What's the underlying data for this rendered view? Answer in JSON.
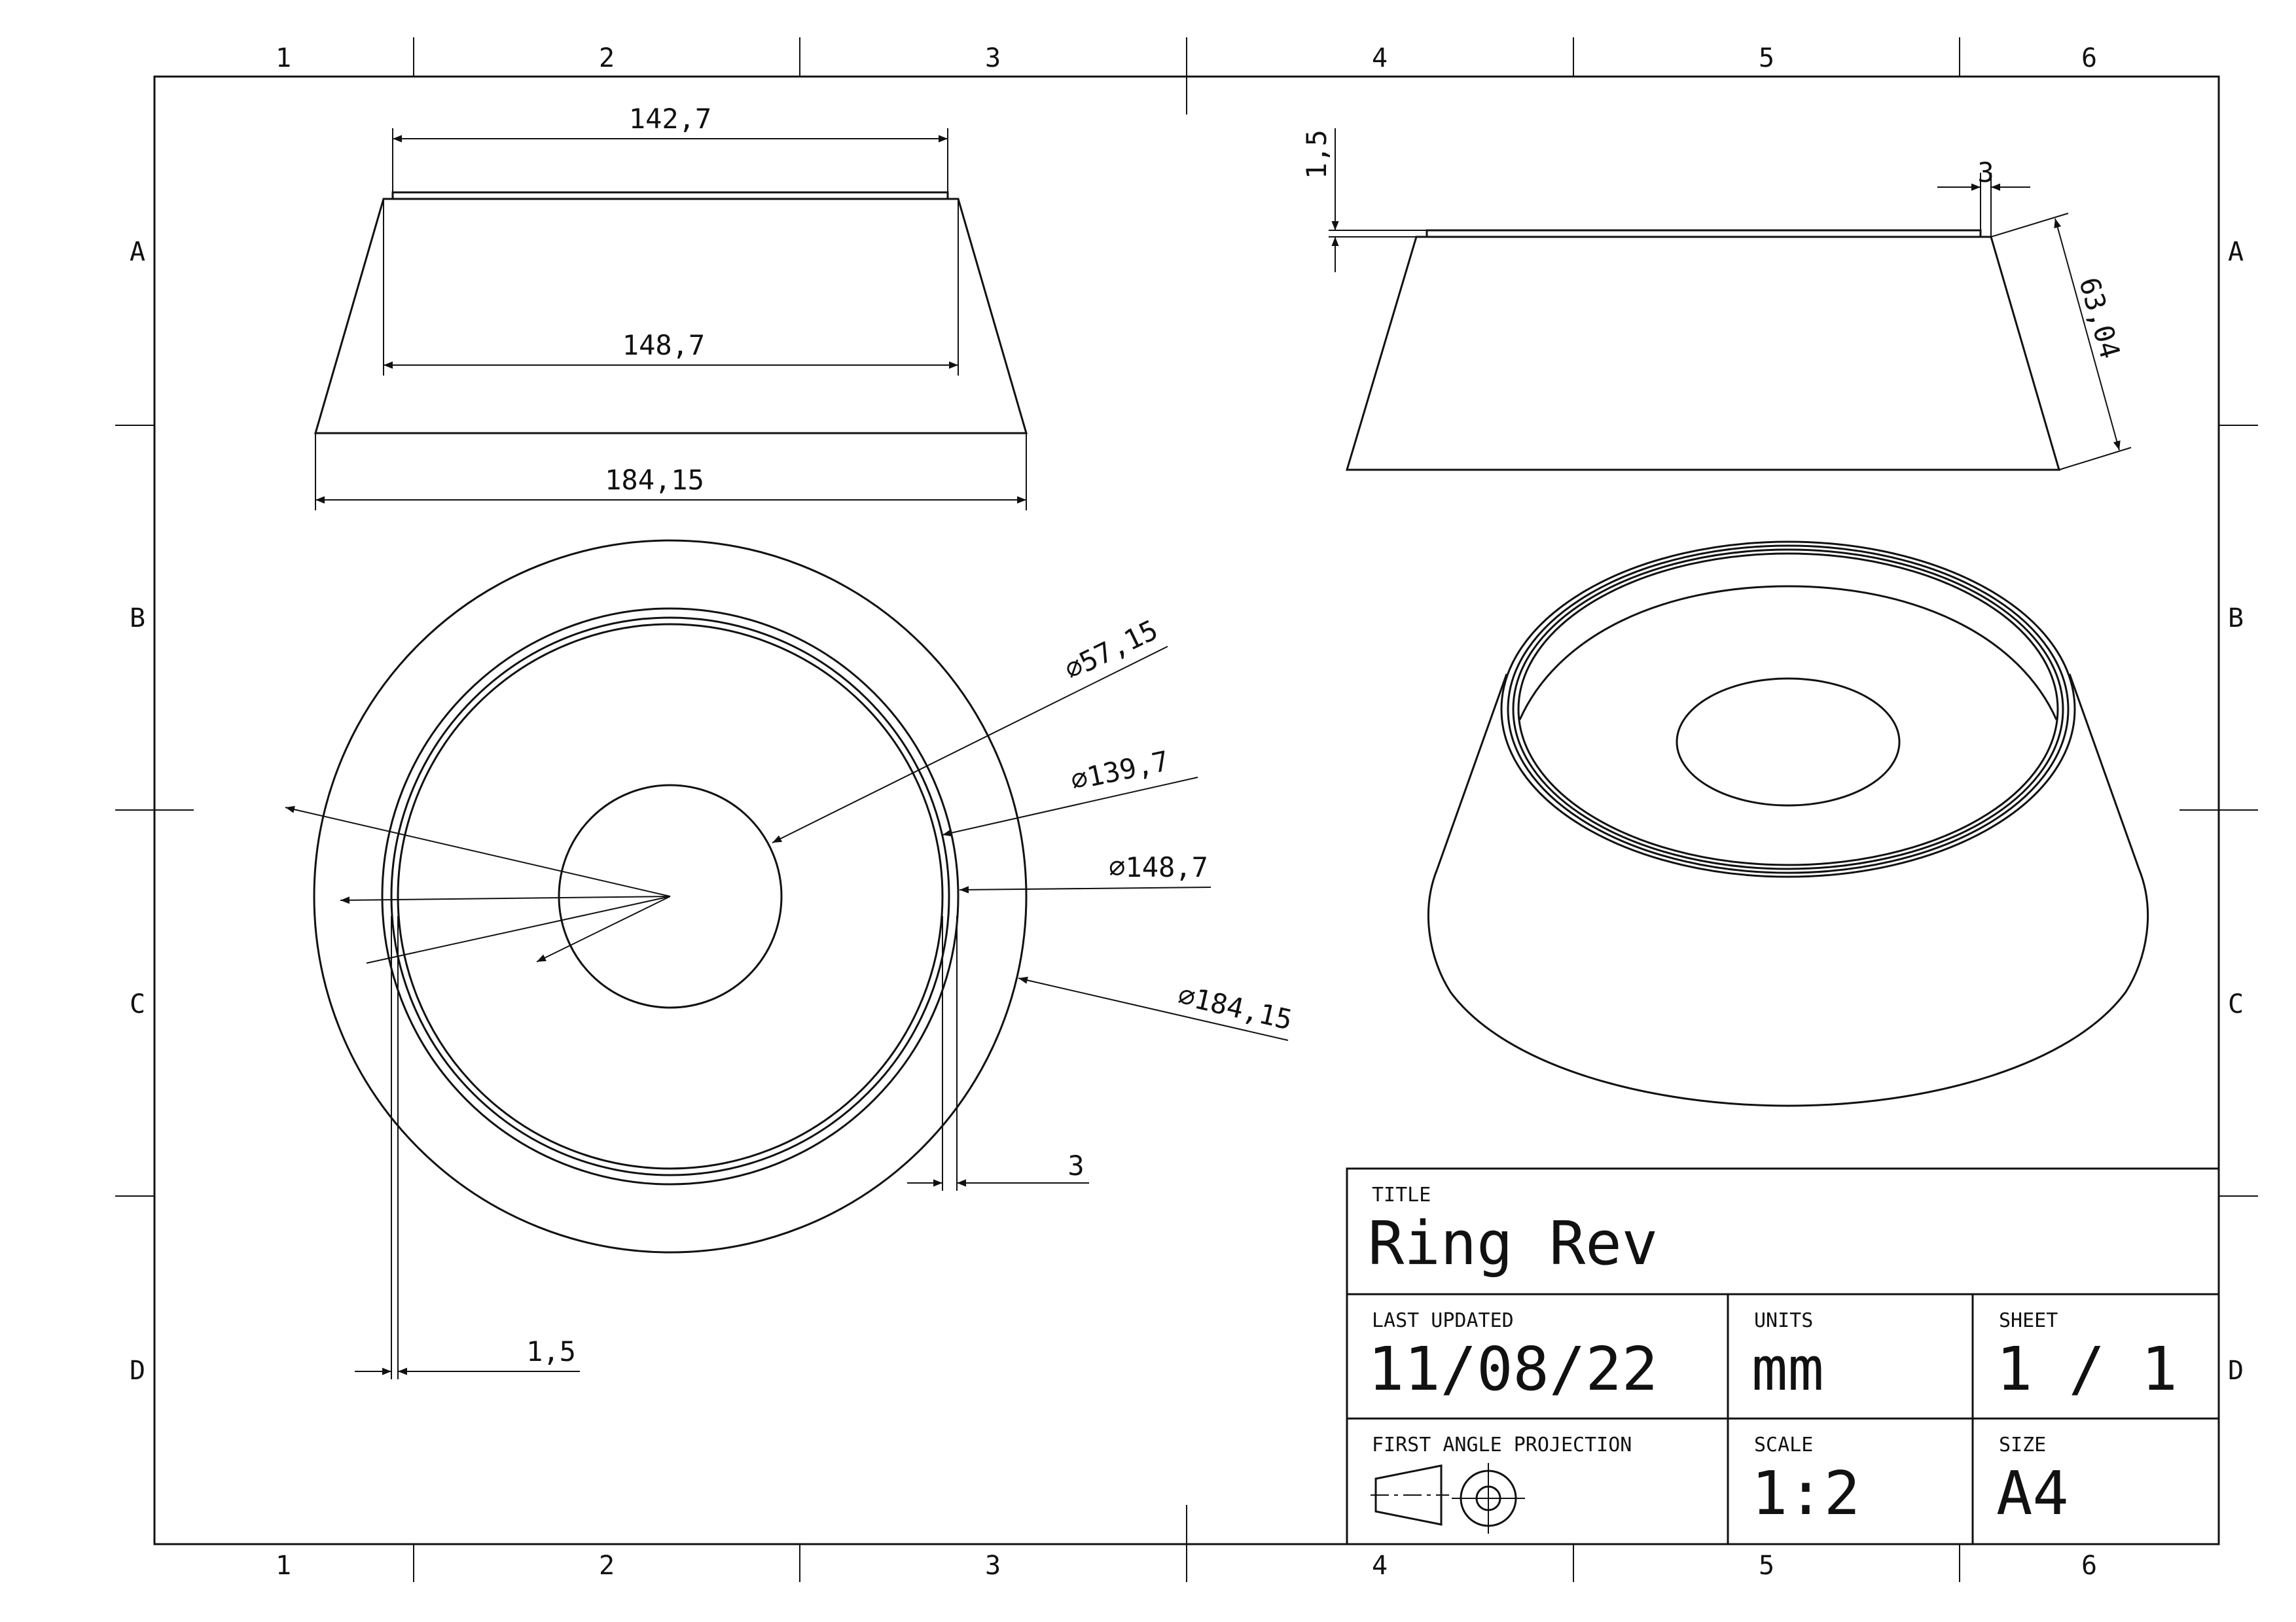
{
  "border": {
    "columns": [
      "1",
      "2",
      "3",
      "4",
      "5",
      "6"
    ],
    "rows": [
      "A",
      "B",
      "C",
      "D"
    ]
  },
  "dimensions": {
    "front_top_width": "142,7",
    "front_inner_width": "148,7",
    "front_base_width": "184,15",
    "side_lip_height": "1,5",
    "side_lip_width": "3",
    "side_slant_length": "63,04",
    "plan_dia_1": "⌀57,15",
    "plan_dia_2": "⌀139,7",
    "plan_dia_3": "⌀148,7",
    "plan_dia_4": "⌀184,15",
    "plan_wall": "3",
    "plan_lip": "1,5"
  },
  "title_block": {
    "title_caption": "TITLE",
    "title_value": "Ring Rev",
    "updated_caption": "LAST UPDATED",
    "updated_value": "11/08/22",
    "units_caption": "UNITS",
    "units_value": "mm",
    "sheet_caption": "SHEET",
    "sheet_value": "1 / 1",
    "projection_caption": "FIRST ANGLE PROJECTION",
    "scale_caption": "SCALE",
    "scale_value": "1:2",
    "size_caption": "SIZE",
    "size_value": "A4"
  }
}
